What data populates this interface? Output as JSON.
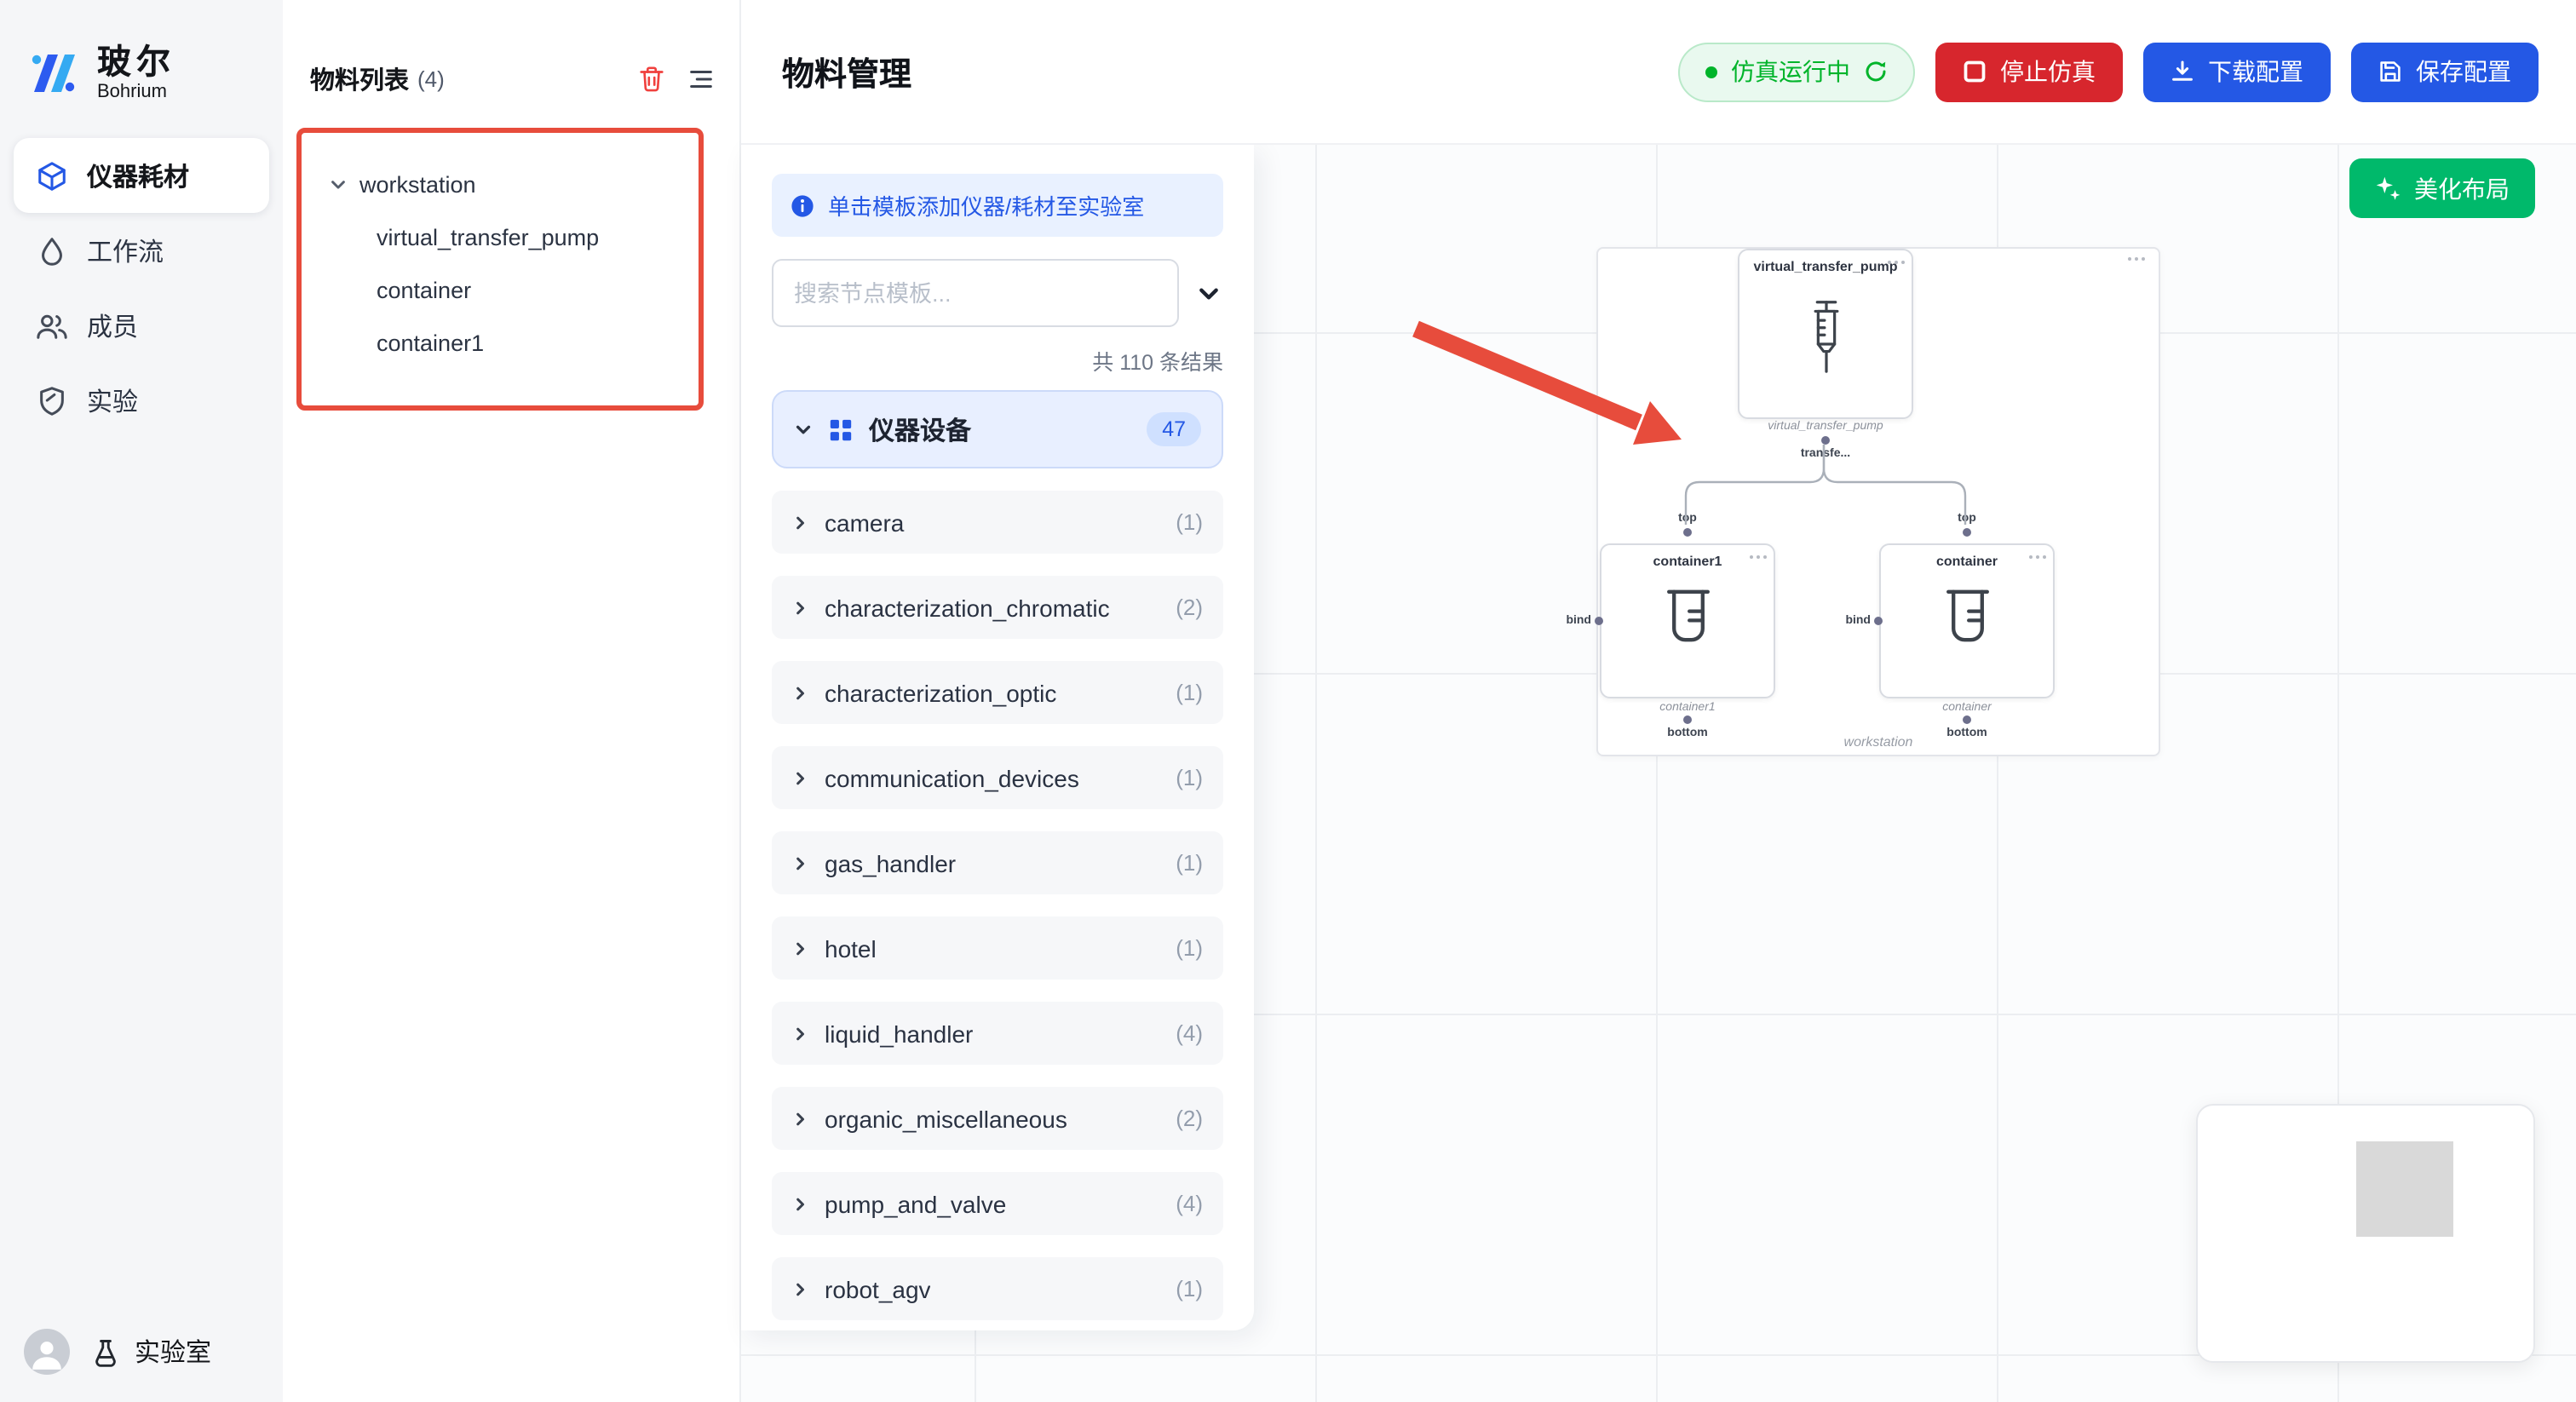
{
  "colors": {
    "accent": "#2458e5",
    "danger": "#d7262d",
    "success": "#00b42a",
    "beautify": "#00b96b",
    "highlight": "#e74c3c"
  },
  "sidebar": {
    "logo": {
      "title": "玻尔",
      "subtitle": "Bohrium"
    },
    "items": [
      {
        "label": "仪器耗材"
      },
      {
        "label": "工作流"
      },
      {
        "label": "成员"
      },
      {
        "label": "实验"
      }
    ],
    "footer": {
      "lab_label": "实验室"
    }
  },
  "materials": {
    "title": "物料列表",
    "count": "(4)",
    "tree": {
      "root": "workstation",
      "children": [
        {
          "label": "virtual_transfer_pump"
        },
        {
          "label": "container"
        },
        {
          "label": "container1"
        }
      ]
    }
  },
  "header": {
    "title": "物料管理",
    "status_label": "仿真运行中",
    "stop_label": "停止仿真",
    "download_label": "下载配置",
    "save_label": "保存配置"
  },
  "templates": {
    "banner": "单击模板添加仪器/耗材至实验室",
    "search_placeholder": "搜索节点模板...",
    "results": "共 110 条结果",
    "category": {
      "label": "仪器设备",
      "count": "47"
    },
    "items": [
      {
        "label": "camera",
        "count": "(1)"
      },
      {
        "label": "characterization_chromatic",
        "count": "(2)"
      },
      {
        "label": "characterization_optic",
        "count": "(1)"
      },
      {
        "label": "communication_devices",
        "count": "(1)"
      },
      {
        "label": "gas_handler",
        "count": "(1)"
      },
      {
        "label": "hotel",
        "count": "(1)"
      },
      {
        "label": "liquid_handler",
        "count": "(4)"
      },
      {
        "label": "organic_miscellaneous",
        "count": "(2)"
      },
      {
        "label": "pump_and_valve",
        "count": "(4)"
      },
      {
        "label": "robot_agv",
        "count": "(1)"
      }
    ]
  },
  "canvas": {
    "beautify_label": "美化布局",
    "workstation": {
      "label": "workstation",
      "pump": {
        "title": "virtual_transfer_pump",
        "subtitle": "virtual_transfer_pump",
        "port": "transfe..."
      },
      "left_node": {
        "title": "container1",
        "subtitle": "container1",
        "top_port": "top",
        "bottom_port": "bottom",
        "bind": "bind"
      },
      "right_node": {
        "title": "container",
        "subtitle": "container",
        "top_port": "top",
        "bottom_port": "bottom",
        "bind": "bind"
      }
    }
  }
}
